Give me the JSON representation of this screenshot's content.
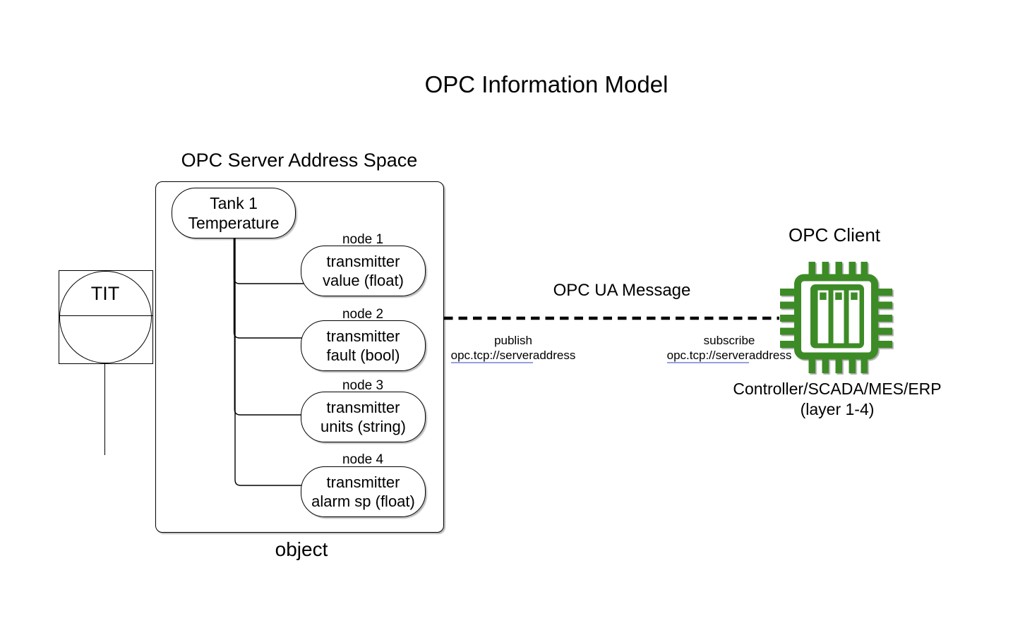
{
  "title": "OPC Information Model",
  "server": {
    "label": "OPC Server Address Space",
    "caption": "object",
    "root_node": {
      "line1": "Tank 1",
      "line2": "Temperature"
    },
    "nodes": [
      {
        "label": "node 1",
        "line1": "transmitter",
        "line2": "value (float)"
      },
      {
        "label": "node 2",
        "line1": "transmitter",
        "line2": "fault (bool)"
      },
      {
        "label": "node 3",
        "line1": "transmitter",
        "line2": "units (string)"
      },
      {
        "label": "node 4",
        "line1": "transmitter",
        "line2": "alarm sp (float)"
      }
    ]
  },
  "instrument": {
    "tag": "TIT"
  },
  "message": {
    "label": "OPC UA Message",
    "publish": {
      "action": "publish",
      "address_underlined": "opc.tcp://server",
      "address_rest": "address"
    },
    "subscribe": {
      "action": "subscribe",
      "address_underlined": "opc.tcp://server",
      "address_rest": "address"
    }
  },
  "client": {
    "label": "OPC Client",
    "caption_line1": "Controller/SCADA/MES/ERP",
    "caption_line2": "(layer 1-4)"
  },
  "colors": {
    "chip_green": "#3e8b25",
    "link_underline": "#96a0e2",
    "line_black": "#000000"
  }
}
